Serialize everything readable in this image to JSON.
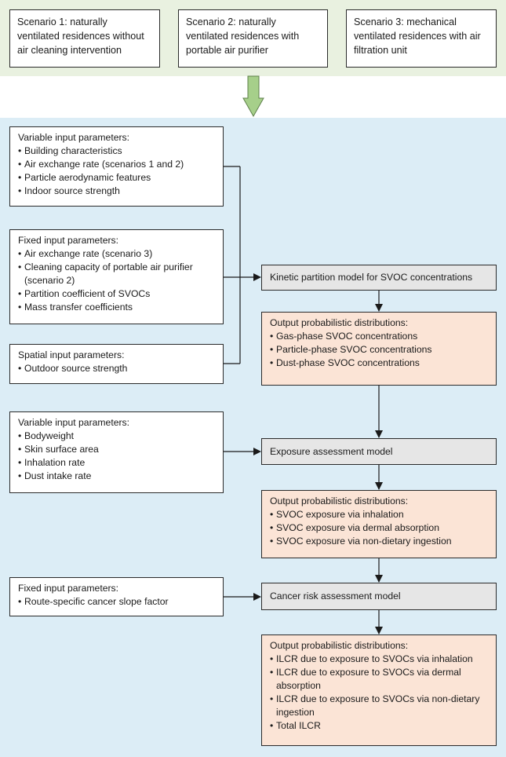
{
  "scenarios": [
    "Scenario 1: naturally ventilated residences without air cleaning intervention",
    "Scenario 2: naturally ventilated residences with portable air purifier",
    "Scenario 3: mechanical ventilated residences with air filtration unit"
  ],
  "inputs": {
    "variable_building": {
      "title": "Variable input parameters:",
      "items": [
        "Building characteristics",
        "Air exchange rate (scenarios 1 and 2)",
        "Particle aerodynamic features",
        "Indoor source strength"
      ]
    },
    "fixed_building": {
      "title": "Fixed input parameters:",
      "items": [
        "Air exchange rate (scenario 3)",
        "Cleaning capacity of portable air purifier (scenario 2)",
        "Partition coefficient of SVOCs",
        "Mass transfer coefficients"
      ]
    },
    "spatial": {
      "title": "Spatial input parameters:",
      "items": [
        "Outdoor source strength"
      ]
    },
    "variable_exposure": {
      "title": "Variable input parameters:",
      "items": [
        "Bodyweight",
        "Skin surface area",
        "Inhalation rate",
        "Dust intake rate"
      ]
    },
    "fixed_cancer": {
      "title": "Fixed input parameters:",
      "items": [
        "Route-specific cancer slope factor"
      ]
    }
  },
  "models": {
    "kinetic": "Kinetic partition model for SVOC concentrations",
    "exposure": "Exposure assessment model",
    "cancer": "Cancer risk assessment model"
  },
  "outputs": {
    "concentrations": {
      "title": "Output probabilistic distributions:",
      "items": [
        "Gas-phase SVOC concentrations",
        "Particle-phase SVOC concentrations",
        "Dust-phase SVOC concentrations"
      ]
    },
    "exposure": {
      "title": "Output probabilistic distributions:",
      "items": [
        "SVOC exposure via inhalation",
        "SVOC exposure via dermal absorption",
        "SVOC exposure via non-dietary ingestion"
      ]
    },
    "risk": {
      "title": "Output probabilistic distributions:",
      "items": [
        "ILCR due to exposure to SVOCs via inhalation",
        "ILCR due to exposure to SVOCs via dermal absorption",
        "ILCR due to exposure to SVOCs via non-dietary ingestion",
        "Total ILCR"
      ]
    }
  },
  "colors": {
    "top_band": "#e9f1e0",
    "main_band": "#dcedf6",
    "model_box": "#e6e6e6",
    "output_box": "#fbe4d6",
    "big_arrow": "#a6cf8a"
  }
}
